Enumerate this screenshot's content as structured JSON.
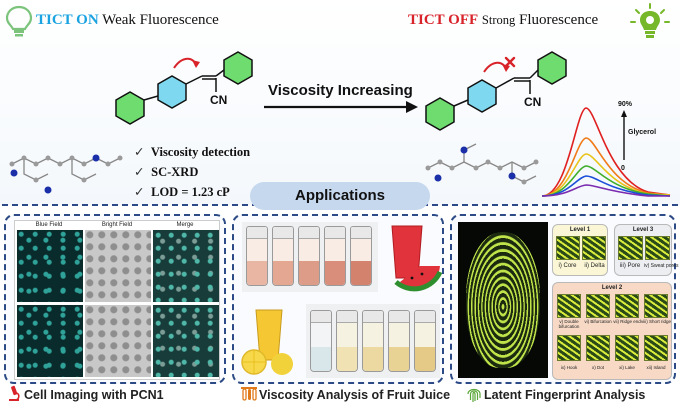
{
  "header": {
    "left_state": "TICT ON",
    "left_desc": "Weak Fluorescence",
    "right_state": "TICT OFF",
    "right_desc_small": "Strong",
    "right_desc": "Fluorescence"
  },
  "reaction": {
    "arrow_label": "Viscosity Increasing"
  },
  "molecule": {
    "label_cn": "CN"
  },
  "features": [
    "Viscosity detection",
    "SC-XRD",
    "LOD = 1.23 cP"
  ],
  "spectrum": {
    "top_label": "90%",
    "series_label": "Glycerol",
    "bottom_label": "0"
  },
  "applications_title": "Applications",
  "panels": {
    "cell": {
      "caption": "Cell Imaging with PCN1",
      "col_headers": [
        "Blue Field",
        "Bright Field",
        "Merge"
      ]
    },
    "juice": {
      "caption": "Viscosity Analysis of Fruit Juice"
    },
    "fingerprint": {
      "caption": "Latent Fingerprint Analysis",
      "level1": "Level 1",
      "level2": "Level 2",
      "level3": "Level 3",
      "l1_items": [
        "i) Core",
        "ii) Delta"
      ],
      "l3_items": [
        "iii) Pore",
        "iv) Sweat pores"
      ],
      "l2_items": [
        "v) Double bifurcation",
        "vi) Bifurcation",
        "vii) Ridge end",
        "viii) Short ridge",
        "ix) Hook",
        "x) Dot",
        "xi) Lake",
        "xii) Island"
      ]
    }
  },
  "colors": {
    "tict_on": "#1aa3e0",
    "tict_off": "#d8232a",
    "arrow_red": "#d8232a",
    "dashed_border": "#2c4a86",
    "pill": "#c6d8ee"
  },
  "icons": [
    "bulb-off-icon",
    "bulb-on-icon",
    "microscope-icon",
    "test-tubes-icon",
    "fingerprint-icon"
  ]
}
